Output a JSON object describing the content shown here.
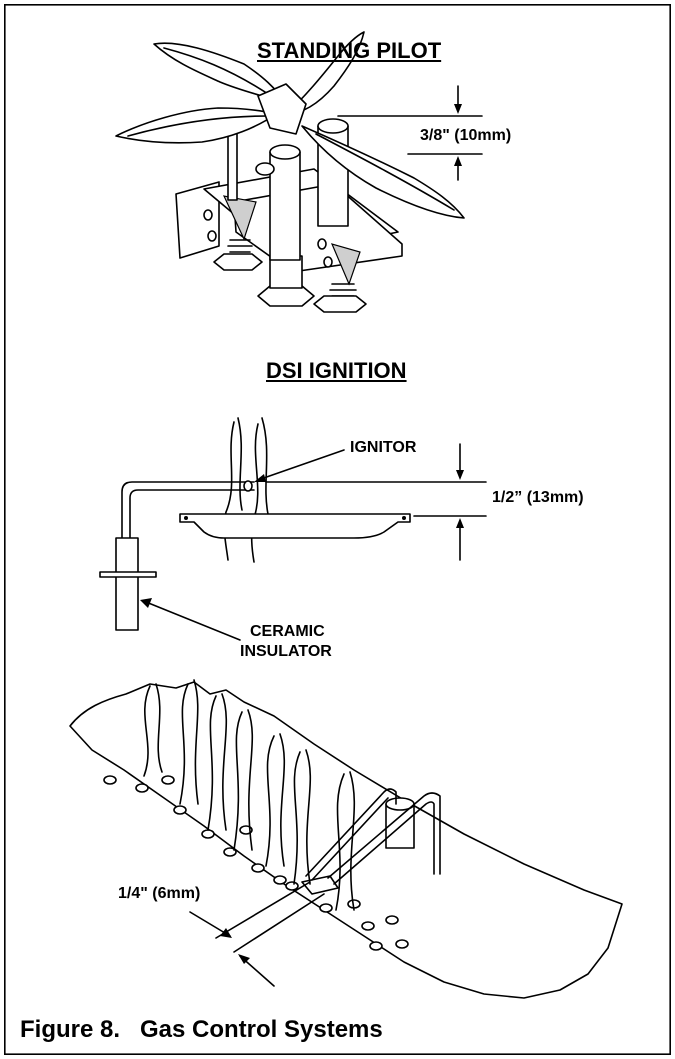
{
  "headings": {
    "standing_pilot": "STANDING PILOT",
    "dsi_ignition": "DSI IGNITION"
  },
  "dimensions": {
    "pilot_gap": "3/8\" (10mm)",
    "ignitor_gap": "1/2” (13mm)",
    "burner_gap": "1/4\" (6mm)"
  },
  "callouts": {
    "ignitor": "IGNITOR",
    "ceramic_line1": "CERAMIC",
    "ceramic_line2": "INSULATOR"
  },
  "caption": {
    "number": "Figure 8.",
    "title": "Gas Control Systems"
  }
}
